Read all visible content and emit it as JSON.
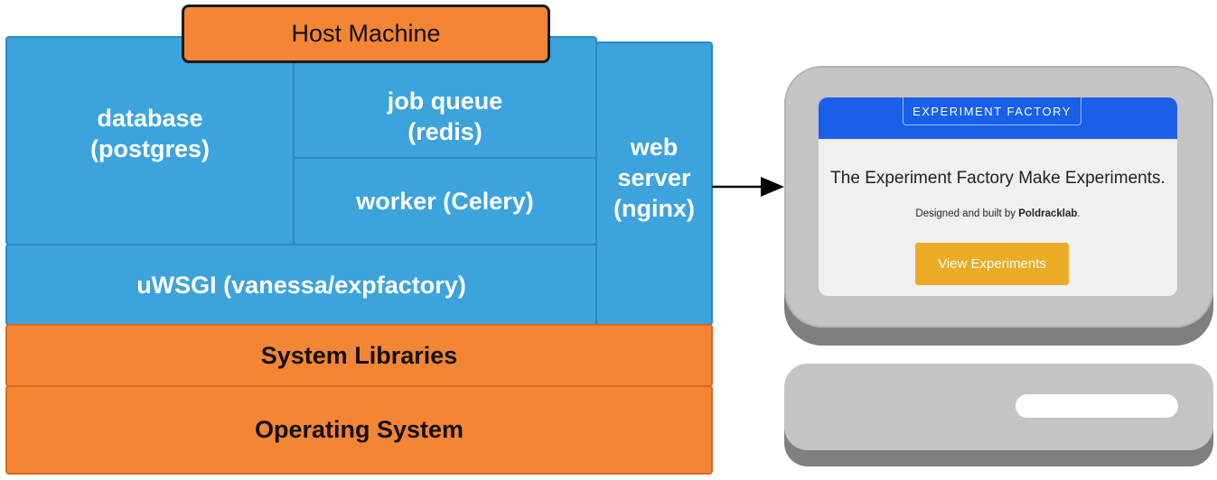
{
  "diagram": {
    "host_machine": "Host Machine",
    "database": "database\n(postgres)",
    "job_queue": "job queue\n(redis)",
    "worker": "worker (Celery)",
    "web_server": "web\nserver\n(nginx)",
    "uwsgi": "uWSGI (vanessa/expfactory)",
    "system_libraries": "System Libraries",
    "operating_system": "Operating System"
  },
  "screen": {
    "brand": "EXPERIMENT FACTORY",
    "headline": "The Experiment Factory Make Experiments.",
    "byline_prefix": "Designed and built by ",
    "byline_name": "Poldracklab",
    "byline_suffix": ".",
    "button": "View Experiments"
  },
  "colors": {
    "container_blue": "#3ca3dd",
    "system_orange": "#f48534",
    "screen_header_blue": "#1a5fea",
    "button_gold": "#eaab26",
    "device_gray": "#c4c4c4"
  }
}
